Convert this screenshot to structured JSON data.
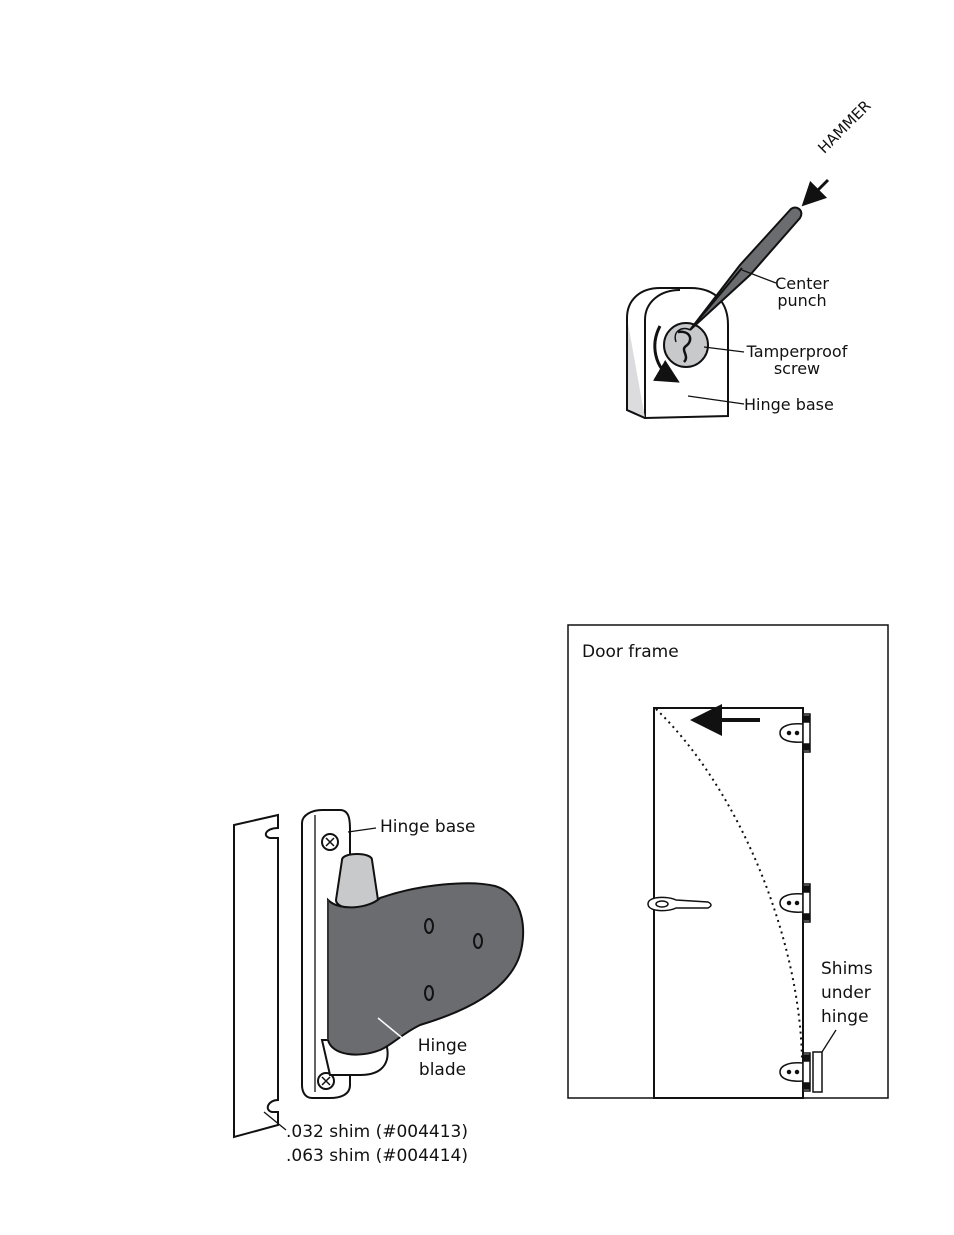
{
  "figure1": {
    "hammer": "HAMMER",
    "center_punch_1": "Center",
    "center_punch_2": "punch",
    "screw_1": "Tamperproof",
    "screw_2": "screw",
    "hinge_base": "Hinge base"
  },
  "figure2": {
    "hinge_base": "Hinge base",
    "hinge_blade_1": "Hinge",
    "hinge_blade_2": "blade",
    "shim1": ".032 shim (#004413)",
    "shim2": ".063 shim (#004414)"
  },
  "figure3": {
    "door_frame": "Door frame",
    "shims_1": "Shims",
    "shims_2": "under",
    "shims_3": "hinge"
  },
  "colors": {
    "blade": "#6b6c70",
    "pin": "#c8c9cb",
    "line": "#111111"
  }
}
